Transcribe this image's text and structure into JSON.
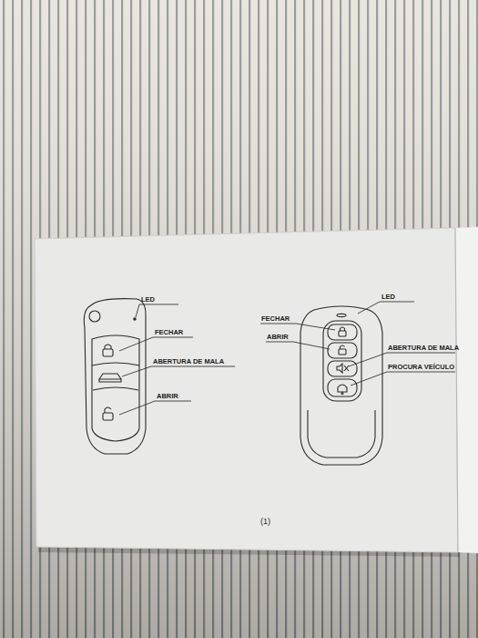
{
  "diagram": {
    "labels": [
      "LED",
      "FECHAR",
      "ABERTURA DE MALA",
      "ABRIR",
      "LED",
      "FECHAR",
      "ABRIR",
      "ABERTURA DE MALA",
      "PROCURA VEÍCULO",
      "(1)"
    ]
  }
}
